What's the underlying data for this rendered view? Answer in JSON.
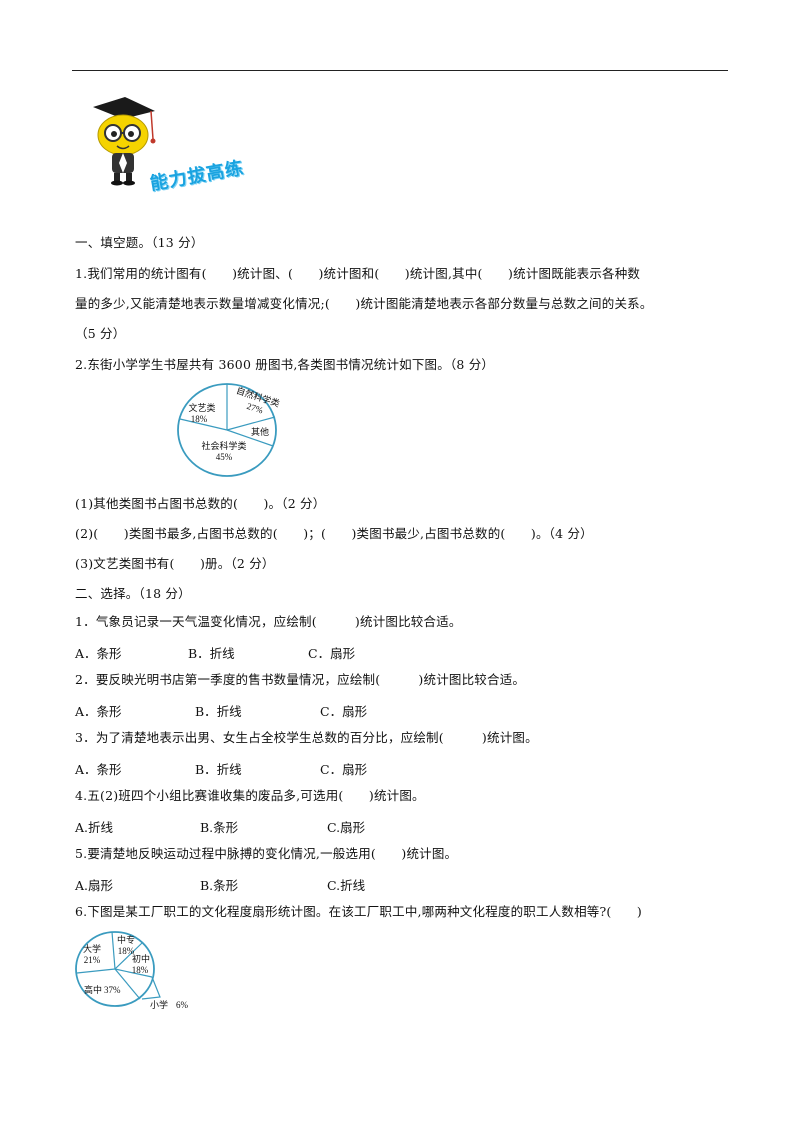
{
  "banner": {
    "title": "能力拔高练"
  },
  "section1": {
    "heading": "一、填空题。（13 分）",
    "q1": {
      "line1": "1.我们常用的统计图有(　　)统计图、(　　)统计图和(　　)统计图,其中(　　)统计图既能表示各种数",
      "line2": "量的多少,又能清楚地表示数量增减变化情况;(　　)统计图能清楚地表示各部分数量与总数之间的关系。",
      "line3": "（5 分）"
    },
    "q2": {
      "text": "2.东街小学学生书屋共有 3600 册图书,各类图书情况统计如下图。（8 分）",
      "sub1": "(1)其他类图书占图书总数的(　　)。（2 分）",
      "sub2": "(2)(　　)类图书最多,占图书总数的(　　)；(　　)类图书最少,占图书总数的(　　)。（4 分）",
      "sub3": "(3)文艺类图书有(　　)册。（2 分）"
    }
  },
  "section2": {
    "heading": "二、选择。（18 分）",
    "q1": {
      "text": "1．气象员记录一天气温变化情况，应绘制(　　　)统计图比较合适。",
      "a": "A．条形",
      "b": "B．折线",
      "c": "C．扇形"
    },
    "q2": {
      "text": "2．要反映光明书店第一季度的售书数量情况，应绘制(　　　)统计图比较合适。",
      "a": "A．条形",
      "b": "B．折线",
      "c": "C．扇形"
    },
    "q3": {
      "text": "3．为了清楚地表示出男、女生占全校学生总数的百分比，应绘制(　　　)统计图。",
      "a": "A．条形",
      "b": "B．折线",
      "c": "C．扇形"
    },
    "q4": {
      "text": "4.五(2)班四个小组比赛谁收集的废品多,可选用(　　)统计图。",
      "a": "A.折线",
      "b": "B.条形",
      "c": "C.扇形"
    },
    "q5": {
      "text": "5.要清楚地反映运动过程中脉搏的变化情况,一般选用(　　)统计图。",
      "a": "A.扇形",
      "b": "B.条形",
      "c": "C.折线"
    },
    "q6": {
      "text": "6.下图是某工厂职工的文化程度扇形统计图。在该工厂职工中,哪两种文化程度的职工人数相等?(　　)"
    }
  },
  "chart_data": [
    {
      "type": "pie",
      "title": "",
      "labels": [
        "自然科学类",
        "其他",
        "社会科学类",
        "文艺类"
      ],
      "percent_labels": [
        "27%",
        "",
        "45%",
        "18%"
      ],
      "values": [
        27,
        10,
        45,
        18
      ],
      "colors": {
        "stroke": "#3a9bbf"
      }
    },
    {
      "type": "pie",
      "title": "",
      "labels": [
        "中专",
        "初中",
        "小学",
        "高中",
        "大学"
      ],
      "percent_labels": [
        "18%",
        "18%",
        "6%",
        "37%",
        "21%"
      ],
      "values": [
        18,
        18,
        6,
        37,
        21
      ],
      "colors": {
        "stroke": "#3a9bbf"
      }
    }
  ]
}
